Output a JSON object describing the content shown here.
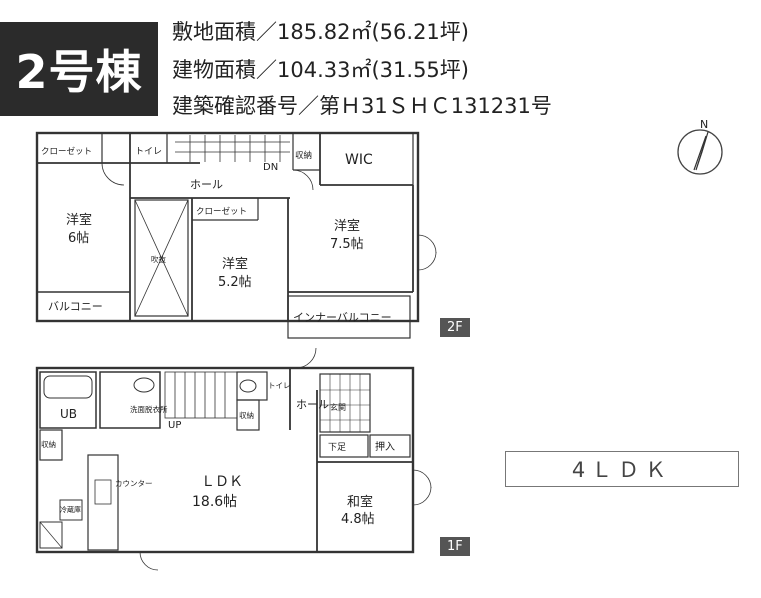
{
  "building_label": "2号棟",
  "info": {
    "site_area": "敷地面積／185.82㎡(56.21坪)",
    "floor_area": "建物面積／104.33㎡(31.55坪)",
    "confirmation": "建築確認番号／第Ｈ31ＳＨＣ131231号"
  },
  "compass_label": "N",
  "floor2": {
    "tag": "2F",
    "closet1": "クローゼット",
    "toilet": "トイレ",
    "dn": "DN",
    "storage": "収納",
    "wic": "WIC",
    "hall": "ホール",
    "room1_name": "洋室",
    "room1_size": "6帖",
    "void": "吹抜",
    "closet2": "クローゼット",
    "room2_name": "洋室",
    "room2_size": "5.2帖",
    "room3_name": "洋室",
    "room3_size": "7.5帖",
    "balcony": "バルコニー",
    "inner_balcony": "インナーバルコニー"
  },
  "floor1": {
    "tag": "1F",
    "ub": "UB",
    "washroom": "洗面脱衣所",
    "storage1": "収納",
    "up": "UP",
    "storage2": "収納",
    "toilet": "トイレ",
    "hall": "ホール",
    "entrance": "玄関",
    "shoe": "下足",
    "oshiire": "押入",
    "counter": "カウンター",
    "ldk_name": "ＬＤＫ",
    "ldk_size": "18.6帖",
    "washitsu_name": "和室",
    "washitsu_size": "4.8帖",
    "fridge": "冷蔵庫"
  },
  "layout_type": "4ＬＤＫ"
}
